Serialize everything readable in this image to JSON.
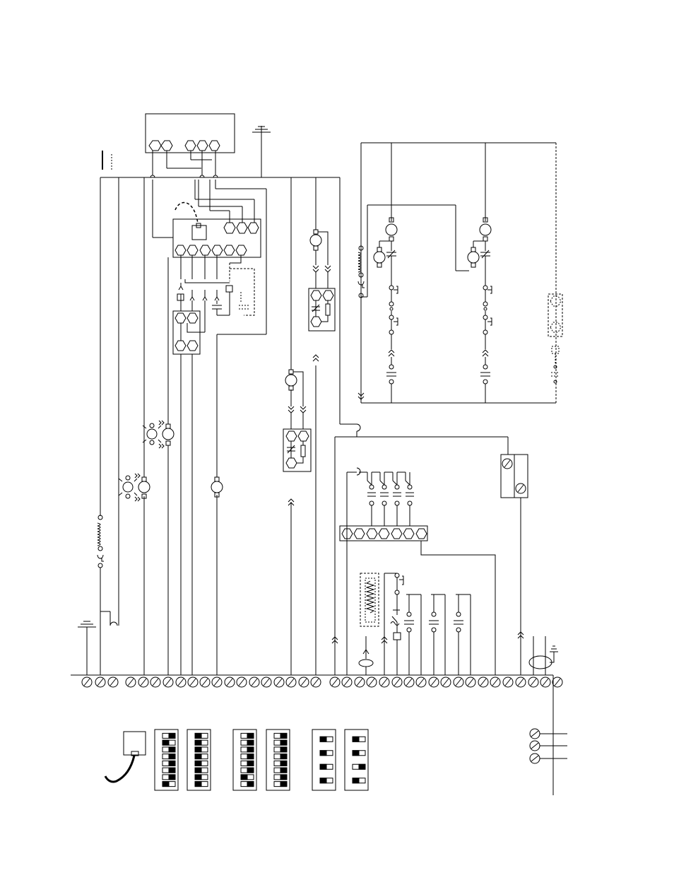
{
  "page": {
    "title": "",
    "stroke_color": "#000000",
    "background_color": "#ffffff"
  },
  "terminal_strip": {
    "terminal_count": 38,
    "icon": "screw-terminal-icon"
  },
  "dip_switch_banks": [
    {
      "name": "dip-bank-1",
      "positions": 8,
      "on_positions": [
        2,
        8
      ]
    },
    {
      "name": "dip-bank-2",
      "positions": 8,
      "on_positions": [
        1,
        2,
        3,
        4,
        5,
        6,
        7,
        8
      ]
    },
    {
      "name": "dip-bank-3",
      "positions": 8,
      "on_positions": [
        7
      ]
    },
    {
      "name": "dip-bank-4",
      "positions": 8,
      "on_positions": []
    },
    {
      "name": "dip-bank-5",
      "positions": 4,
      "on_positions": [
        1,
        2,
        3,
        4
      ]
    },
    {
      "name": "dip-bank-6",
      "positions": 4,
      "on_positions": [
        1,
        2,
        4
      ]
    }
  ],
  "labels": []
}
